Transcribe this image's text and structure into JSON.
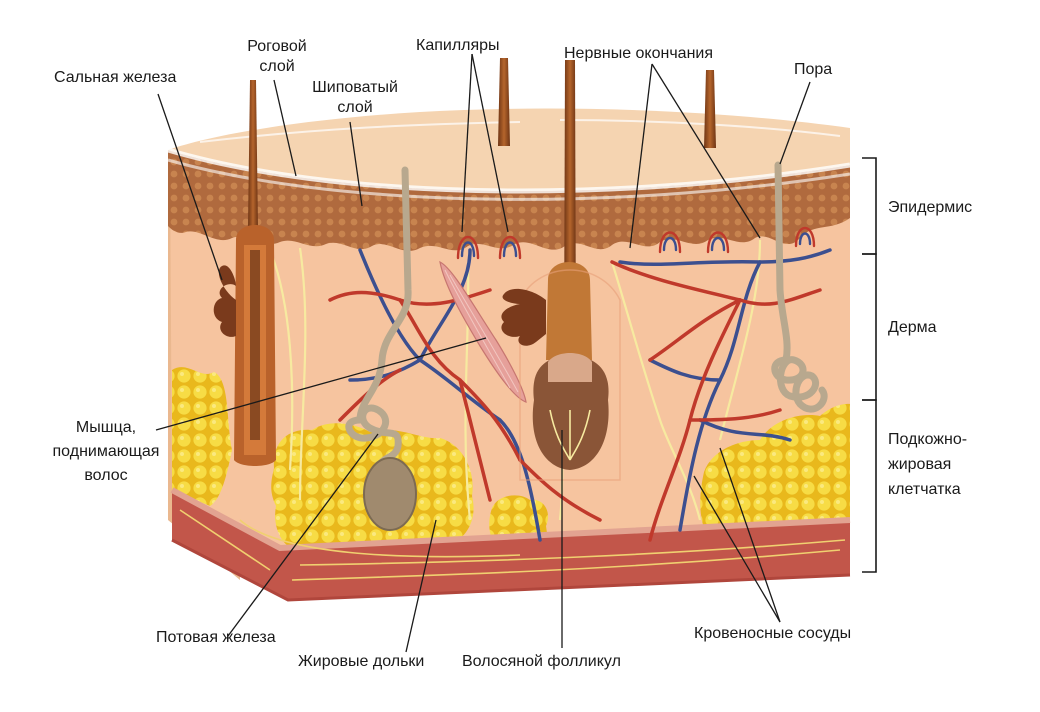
{
  "labels": {
    "sebaceous_gland": "Сальная железа",
    "stratum_corneum_1": "Роговой",
    "stratum_corneum_2": "слой",
    "stratum_spinosum_1": "Шиповатый",
    "stratum_spinosum_2": "слой",
    "capillaries": "Капилляры",
    "nerve_endings": "Нервные окончания",
    "pore": "Пора",
    "epidermis": "Эпидермис",
    "dermis": "Дерма",
    "hypodermis_1": "Подкожно-",
    "hypodermis_2": "жировая",
    "hypodermis_3": "клетчатка",
    "arrector_muscle_1": "Мышца,",
    "arrector_muscle_2": "поднимающая",
    "arrector_muscle_3": "волос",
    "sweat_gland": "Потовая железа",
    "fat_lobules": "Жировые дольки",
    "hair_follicle": "Волосяной фолликул",
    "blood_vessels": "Кровеносные сосуды"
  },
  "colors": {
    "skin_surface": "#f3cfa8",
    "epidermis": "#b06a3e",
    "dermis": "#f6c49f",
    "fat": "#f4d23a",
    "muscle": "#b84a42",
    "artery": "#c0392b",
    "vein": "#3c4f8f",
    "nerve": "#f7eaa0",
    "hair": "#8a4a22",
    "sweat_duct": "#b8a88e"
  }
}
